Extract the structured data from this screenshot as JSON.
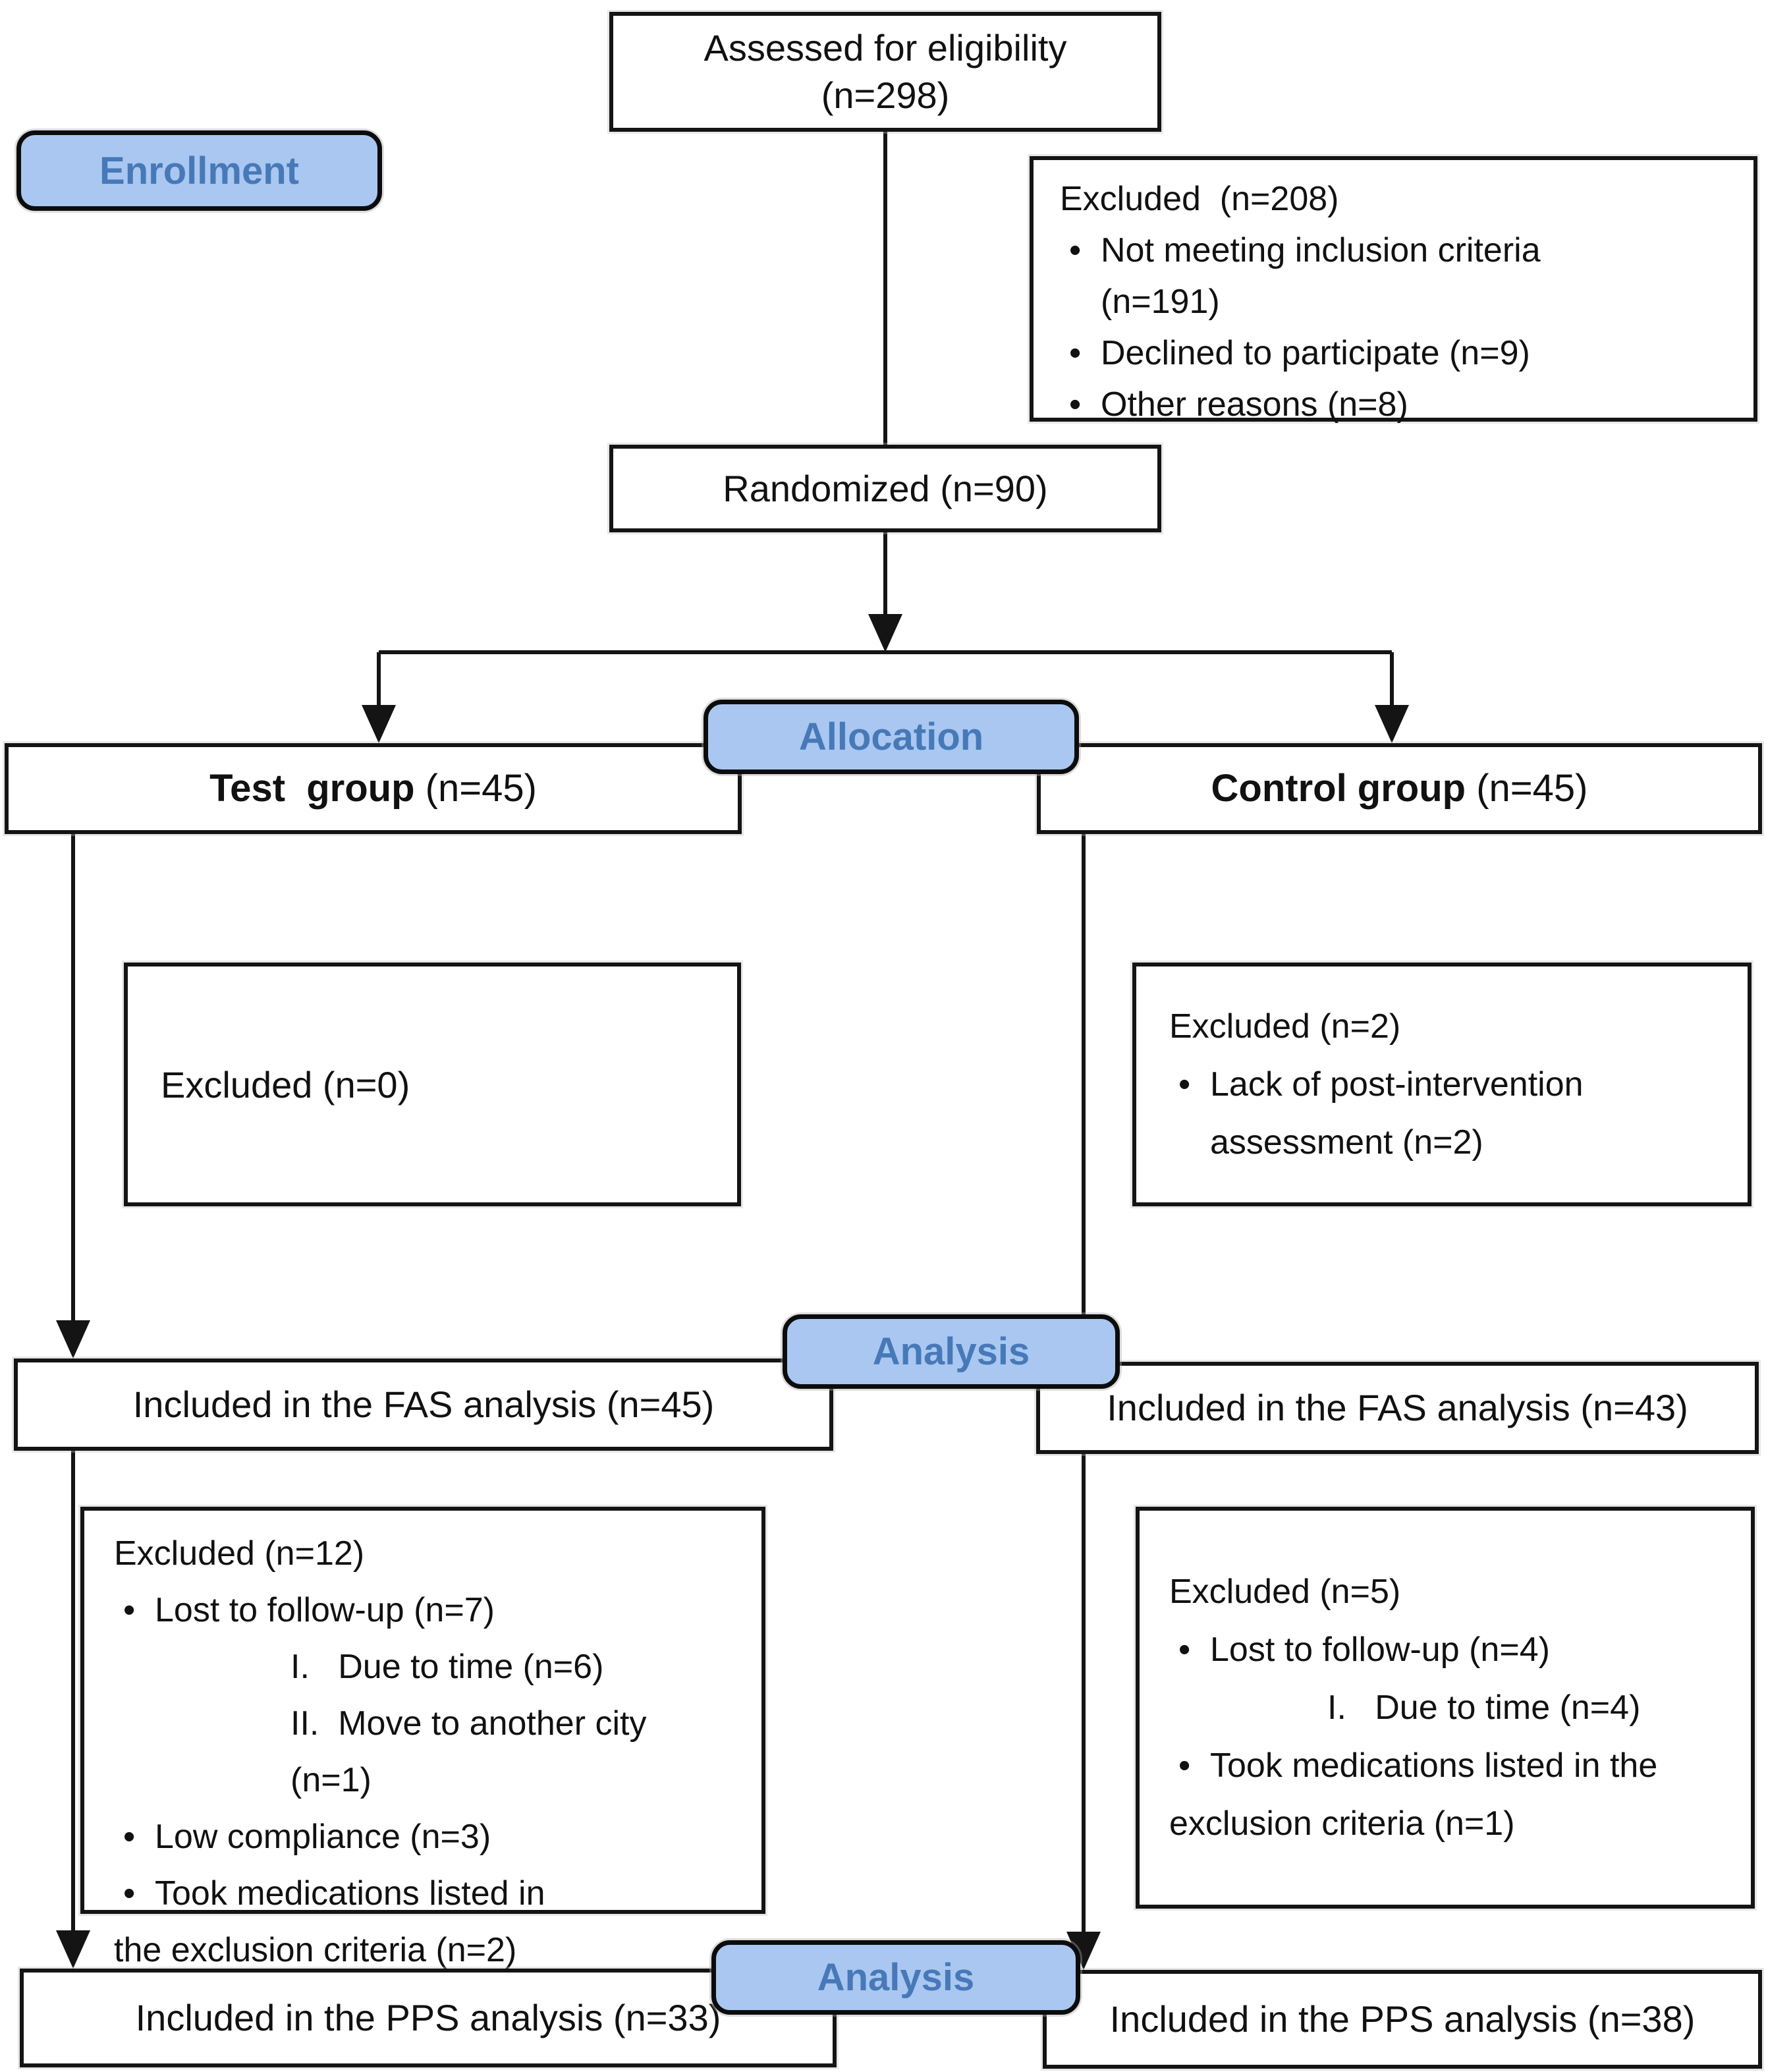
{
  "glyphs": {
    "bullet": "•"
  },
  "colors": {
    "pill_fill": "#a9c7f0",
    "pill_text": "#4779b8",
    "line": "#141414"
  },
  "stages": {
    "enrollment": "Enrollment",
    "allocation": "Allocation",
    "analysis_fas": "Analysis",
    "analysis_pps": "Analysis"
  },
  "assessed": {
    "line1": "Assessed for eligibility",
    "line2": "(n=298)"
  },
  "excluded_enrollment": {
    "title": "Excluded  (n=208)",
    "b1": "Not meeting inclusion criteria",
    "b1_cont": "(n=191)",
    "b2": "Declined to participate (n=9)",
    "b3": "Other reasons (n=8)"
  },
  "randomized": {
    "label": "Randomized (n=90)"
  },
  "test_group": {
    "bold": "Test  group",
    "rest": " (n=45)"
  },
  "control_group": {
    "bold": "Control group",
    "rest": " (n=45)"
  },
  "excluded_test": {
    "title": "Excluded (n=0)"
  },
  "excluded_control": {
    "title": "Excluded (n=2)",
    "b1": "Lack of post-intervention",
    "b1_cont": "assessment (n=2)"
  },
  "fas_test": {
    "label": "Included in the FAS analysis (n=45)"
  },
  "fas_control": {
    "label": "Included in the FAS analysis (n=43)"
  },
  "excluded_fas_test": {
    "title": "Excluded (n=12)",
    "b1": "Lost to follow-up (n=7)",
    "s1": "I.   Due to time (n=6)",
    "s2": "II.  Move to another city (n=1)",
    "b2": "Low compliance (n=3)",
    "b3": "Took medications listed in",
    "b3_cont": "the exclusion criteria (n=2)"
  },
  "excluded_fas_control": {
    "title": "Excluded (n=5)",
    "b1": "Lost to follow-up (n=4)",
    "s1": "I.   Due to time (n=4)",
    "b2": "Took medications listed in the",
    "b2_cont": "exclusion criteria (n=1)"
  },
  "pps_test": {
    "label": "Included in the PPS analysis (n=33)"
  },
  "pps_control": {
    "label": "Included in the PPS analysis (n=38)"
  }
}
